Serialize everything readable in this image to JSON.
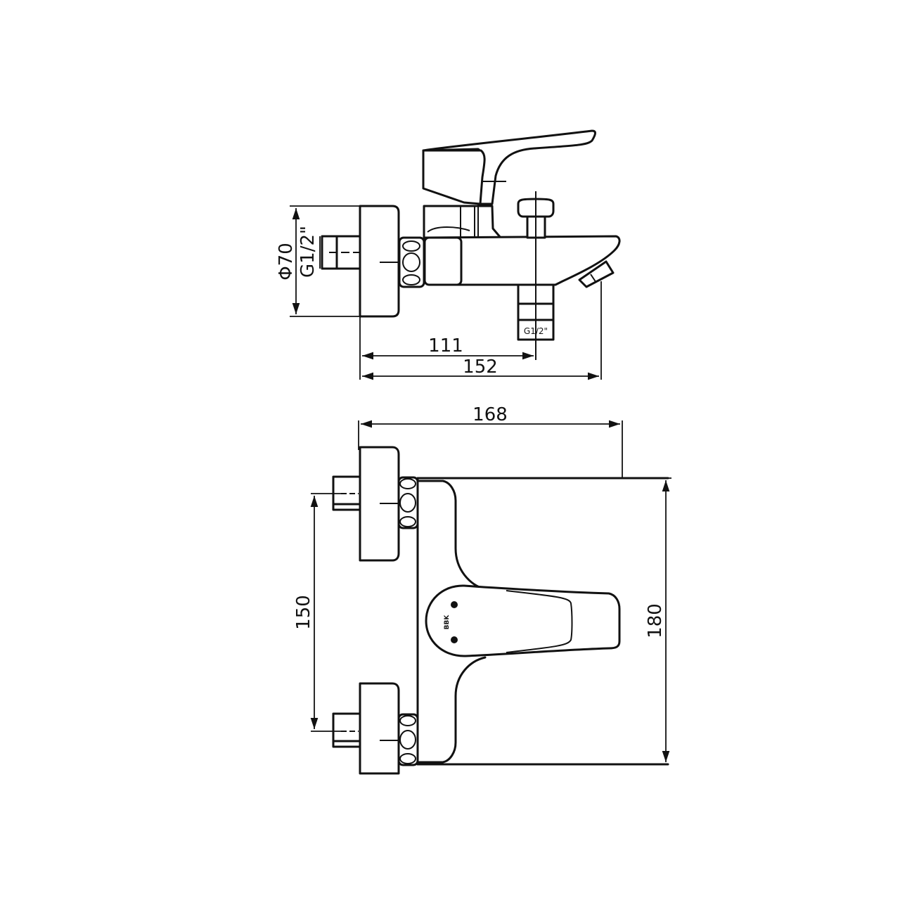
{
  "side_view": {
    "flange_diameter_label": "Φ70",
    "inlet_thread_label": "G1/2\"",
    "outlet_thread_label": "G1/2\"",
    "dim_outlet": "111",
    "dim_spout": "152"
  },
  "top_view": {
    "dim_width": "168",
    "dim_centers": "150",
    "dim_height": "180",
    "logo_text": "BBK"
  }
}
